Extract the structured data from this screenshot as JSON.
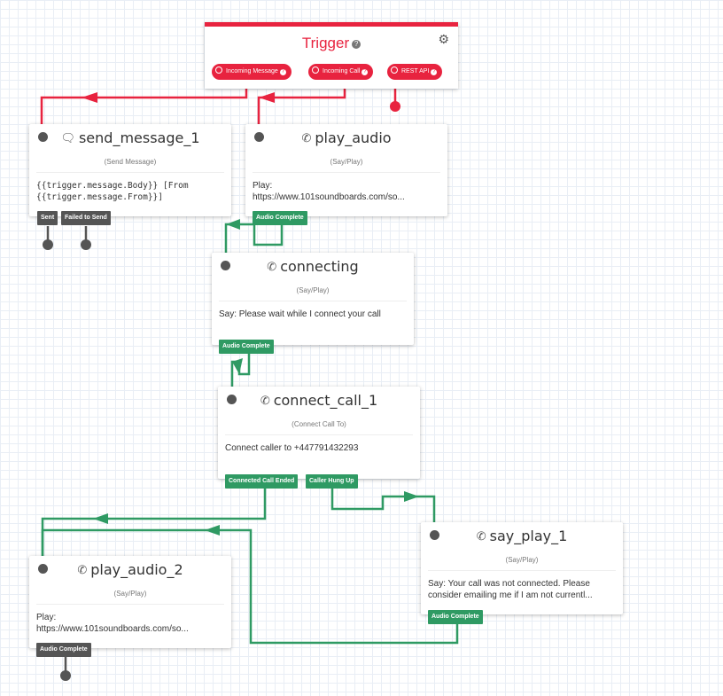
{
  "trigger": {
    "title": "Trigger",
    "help_glyph": "?",
    "settings_icon": "gears-icon",
    "ports": [
      "Incoming Message",
      "Incoming Call",
      "REST API"
    ],
    "accent": "#e8233f"
  },
  "colors": {
    "green": "#2f9a63",
    "red": "#e8233f",
    "gray": "#555555"
  },
  "widgets": {
    "send_message_1": {
      "title": "send_message_1",
      "icon": "chat-icon",
      "type": "(Send Message)",
      "body": "{{trigger.message.Body}} [From\n{{trigger.message.From}}]",
      "ports": [
        "Sent",
        "Failed to Send"
      ]
    },
    "play_audio": {
      "title": "play_audio",
      "icon": "phone-icon",
      "type": "(Say/Play)",
      "body": "Play:\nhttps://www.101soundboards.com/so...",
      "ports": [
        "Audio Complete"
      ]
    },
    "connecting": {
      "title": "connecting",
      "icon": "phone-icon",
      "type": "(Say/Play)",
      "body": "Say: Please wait while I connect your call",
      "ports": [
        "Audio Complete"
      ]
    },
    "connect_call_1": {
      "title": "connect_call_1",
      "icon": "phone-icon",
      "type": "(Connect Call To)",
      "body": "Connect caller to +447791432293",
      "ports": [
        "Connected Call Ended",
        "Caller Hung Up"
      ]
    },
    "say_play_1": {
      "title": "say_play_1",
      "icon": "phone-icon",
      "type": "(Say/Play)",
      "body": "Say: Your call was not connected. Please\nconsider emailing me if I am not currentl...",
      "ports": [
        "Audio Complete"
      ]
    },
    "play_audio_2": {
      "title": "play_audio_2",
      "icon": "phone-icon",
      "type": "(Say/Play)",
      "body": "Play:\nhttps://www.101soundboards.com/so...",
      "ports": [
        "Audio Complete"
      ]
    }
  }
}
